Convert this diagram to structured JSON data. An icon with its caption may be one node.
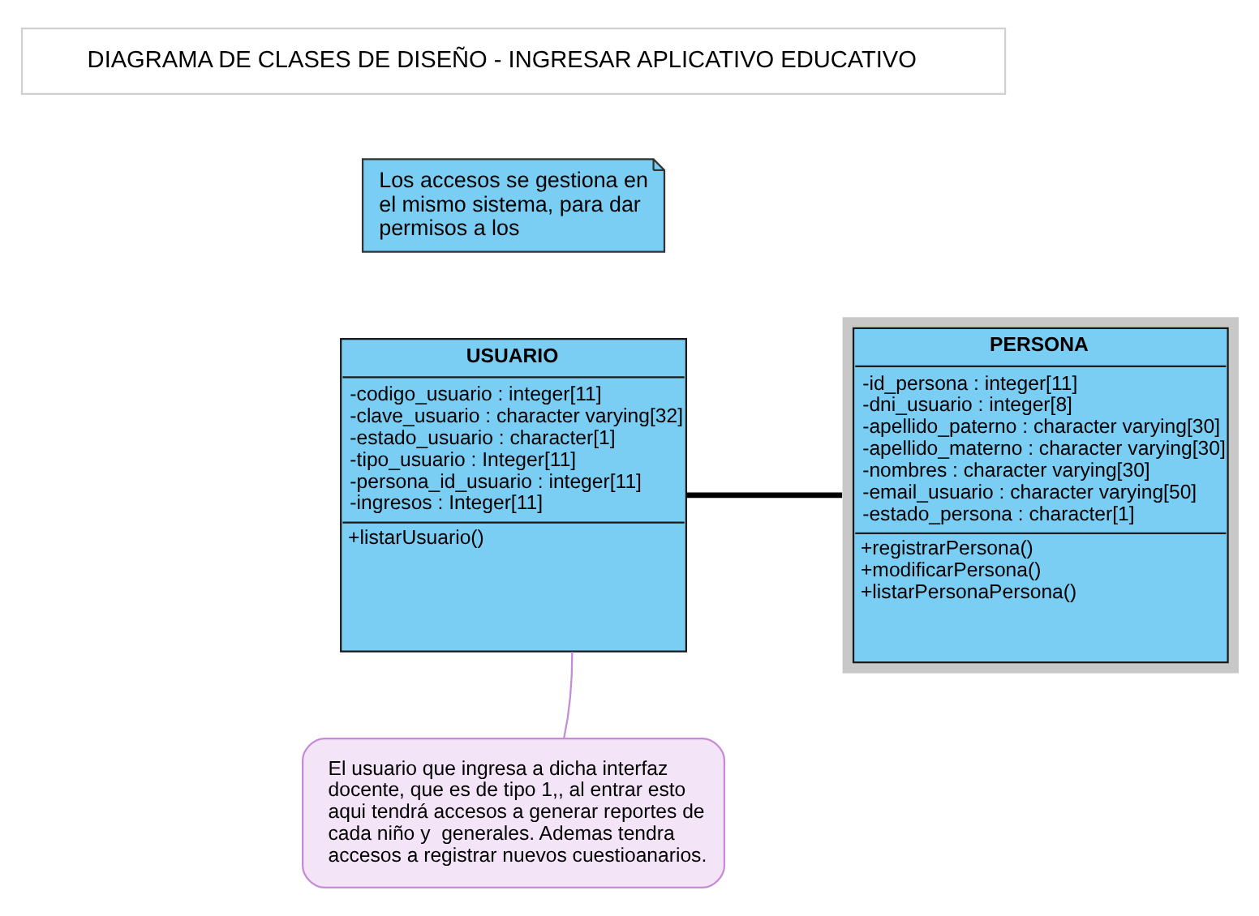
{
  "diagram": {
    "nodes": [
      {
        "text": [
          "DIAGRAMA DE CLASES DE DISEÑO - INGRESAR APLICATIVO EDUCATIVO"
        ]
      },
      {
        "text": [
          "Los accesos se gestiona en el mismo sistema, para dar permisos a los"
        ]
      },
      {
        "text": [
          "USUARIO",
          "-codigo_usuario : integer[11]",
          "-clave_usuario : character varying[32]",
          "-estado_usuario : character[1]",
          "-tipo_usuario : Integer[11]",
          "-persona_id_usuario : integer[11]",
          "-ingresos : Integer[11]",
          "+listarUsuario()"
        ]
      },
      {
        "text": [
          "PERSONA",
          "-id_persona : integer[11]",
          "-dni_usuario : integer[8]",
          "-apellido_paterno : character varying[30]",
          "-apellido_materno : character varying[30]",
          "-nombres : character varying[30]",
          "-email_usuario : character varying[50]",
          "-estado_persona : character[1]",
          "+registrarPersona()",
          "+modificarPersona()",
          "+listarPersonaPersona()"
        ]
      },
      {
        "text": [
          "El usuario que ingresa a dicha interfaz docente, que es de tipo 1,, al entrar esto aqui tendrá accesos a generar reportes de cada niño y  generales. Ademas tendra accesos a registrar nuevos cuestioanarios."
        ]
      }
    ],
    "edges": [
      {
        "from": 2,
        "to": 3,
        "arrow": "none",
        "style": "thick"
      },
      {
        "from": 4,
        "to": 2,
        "arrow": "none",
        "color": "#c68ad8"
      }
    ]
  }
}
